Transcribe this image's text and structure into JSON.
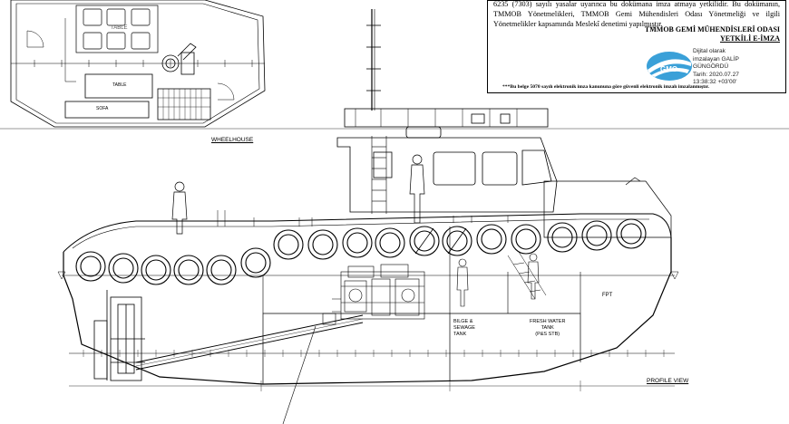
{
  "stamp": {
    "body_text": "6235 (7303) sayılı yasalar uyarınca bu dokümana imza atmaya yetkilidir. Bu dokümanın, TMMOB Yönetmelikleri, TMMOB Gemi Mühendisleri Odası Yönetmeliği ve ilgili Yönetmelikler kapsamında Meslekî denetimi yapılmıştır.",
    "org_line1": "TMMOB GEMİ MÜHENDİSLERİ ODASI",
    "org_line2": "YETKİLİ E-İMZA",
    "logo_text": "GMO",
    "signer_lines": [
      "Dijital olarak",
      "imzalayan GALİP",
      "GÜNGÖRDÜ",
      "Tarih: 2020.07.27",
      "13:38:32 +03'00'"
    ],
    "footer": "***Bu belge 5070 sayılı elektronik imza kanununa göre güvenli elektronik imzalı imzalanmıştır.",
    "colors": {
      "logo_blue": "#3aa0d8",
      "logo_dark": "#1f6fa8"
    }
  },
  "labels": {
    "wheelhouse": "WHEELHOUSE",
    "profile_view": "PROFILE VIEW",
    "table_top": "TABLE",
    "table": "TABLE",
    "sofa": "SOFA",
    "bilge_tank": [
      "BILGE &",
      "SEWAGE",
      "TANK"
    ],
    "fresh_water_tank": [
      "FRESH WATER",
      "TANK",
      "(P&S STB)"
    ],
    "fpt": "FPT"
  }
}
